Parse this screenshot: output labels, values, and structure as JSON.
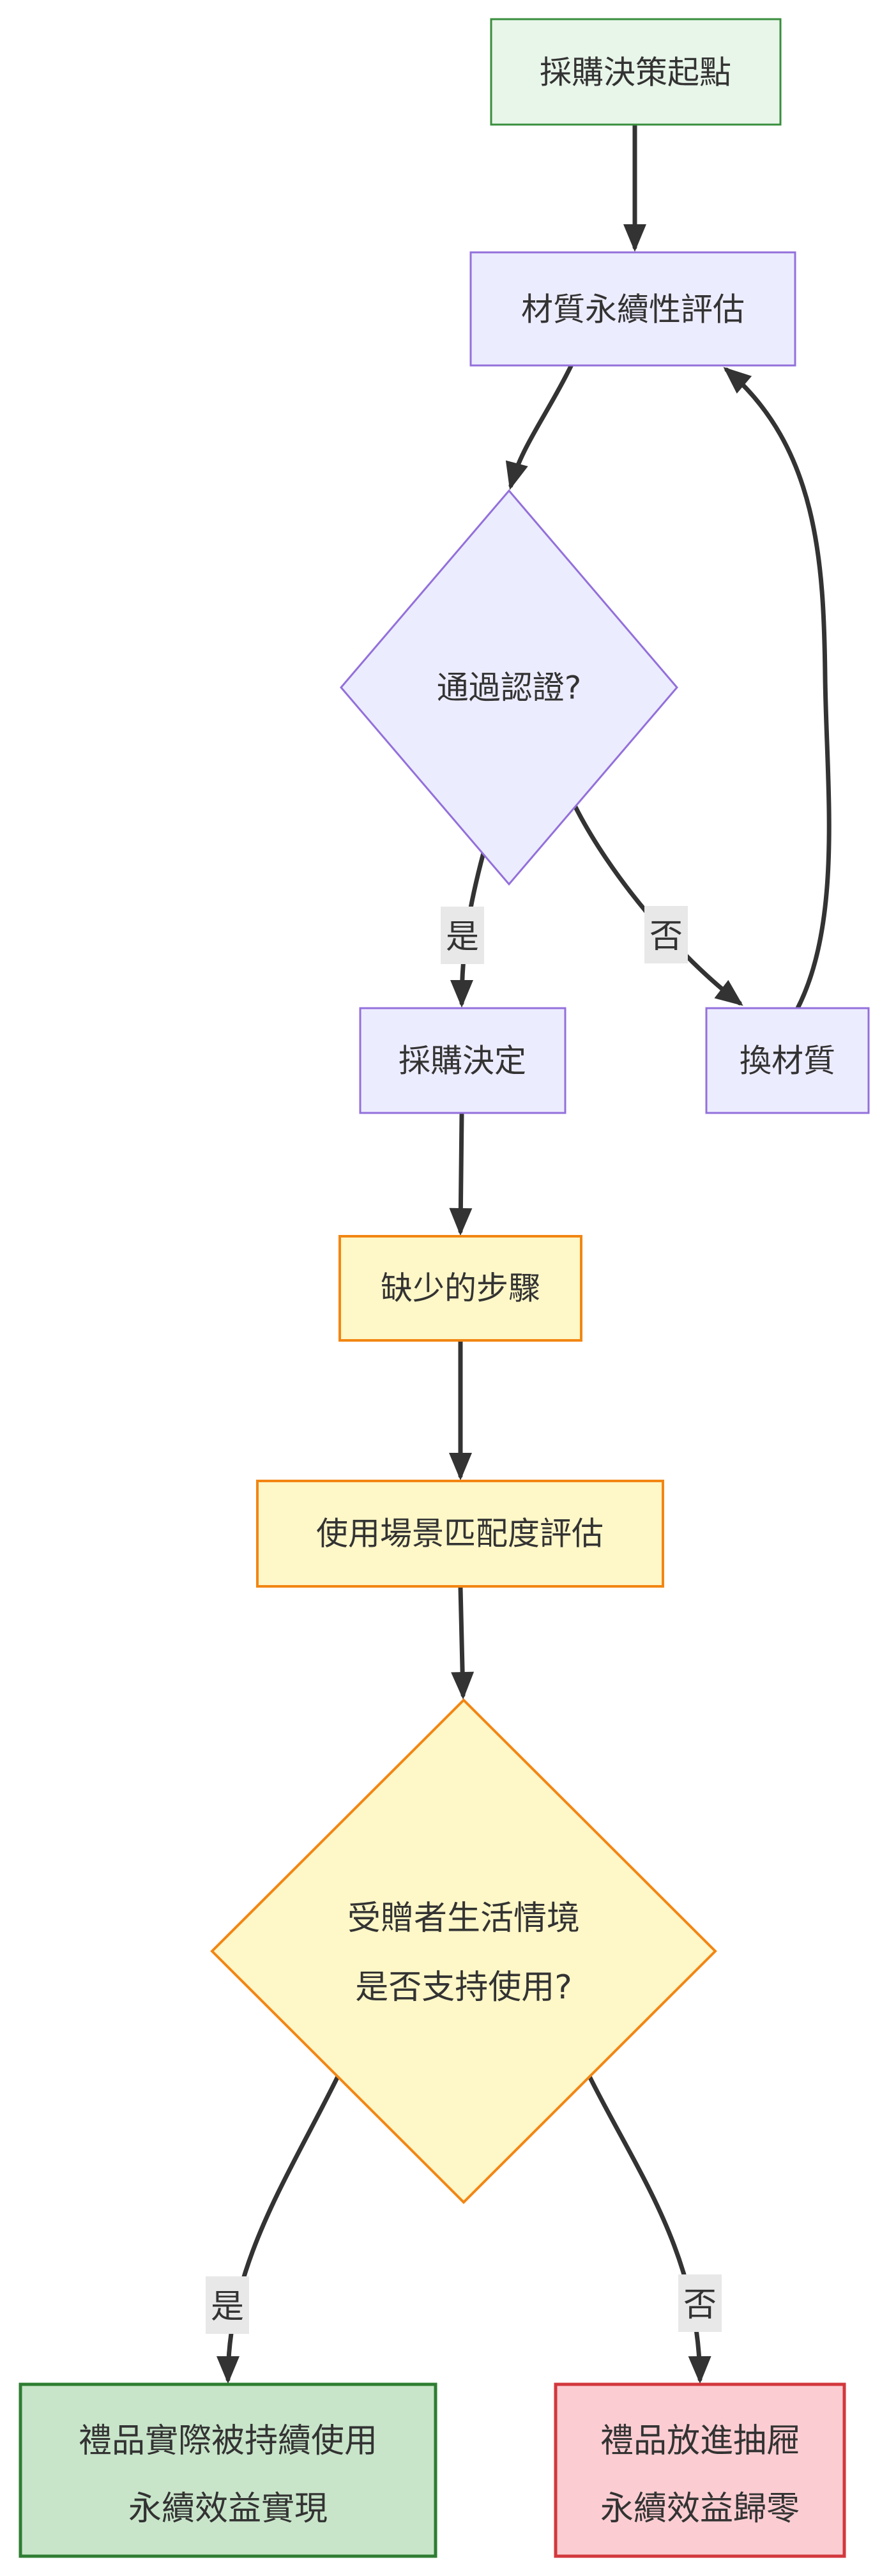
{
  "diagram": {
    "colors": {
      "background": "#FFFFFF",
      "edge": "#333333",
      "text": "#333333",
      "edge_label_bg": "#E8E8E8",
      "green_light_fill": "#E8F5E9",
      "green_light_stroke": "#388E3C",
      "green_fill": "#C8E5C9",
      "green_stroke": "#2E7D32",
      "purple_fill": "#ECECFF",
      "purple_stroke": "#9370DB",
      "yellow_fill": "#FEF7C7",
      "yellow_stroke": "#F28613",
      "red_fill": "#FBCDD2",
      "red_stroke": "#D2383D"
    },
    "nodes": {
      "start": {
        "label": "採購決策起點"
      },
      "material_eval": {
        "label": "材質永續性評估"
      },
      "cert_check": {
        "label": "通過認證?"
      },
      "purchase": {
        "label": "採購決定"
      },
      "change_material": {
        "label": "換材質"
      },
      "missing_step": {
        "label": "缺少的步驟"
      },
      "scenario_eval": {
        "label": "使用場景匹配度評估"
      },
      "usage_check": {
        "line1": "受贈者生活情境",
        "line2": "是否支持使用?"
      },
      "outcome_used": {
        "line1": "禮品實際被持續使用",
        "line2": "永續效益實現"
      },
      "outcome_drawer": {
        "line1": "禮品放進抽屜",
        "line2": "永續效益歸零"
      }
    },
    "edge_labels": {
      "cert_yes": "是",
      "cert_no": "否",
      "usage_yes": "是",
      "usage_no": "否"
    }
  }
}
